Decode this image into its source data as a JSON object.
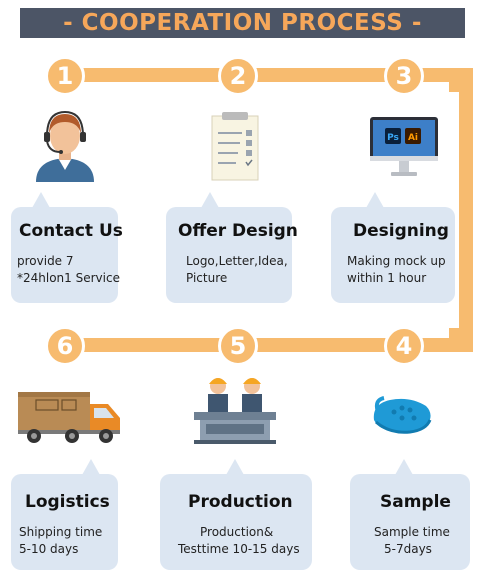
{
  "banner": {
    "title": "- COOPERATION PROCESS -"
  },
  "colors": {
    "accent": "#f7bb6f",
    "banner_bg": "#4c5566",
    "banner_text": "#f6a75a",
    "card_bg": "#dce6f2"
  },
  "steps": [
    {
      "number": "1",
      "title": "Contact Us",
      "lines": [
        "provide 7",
        "*24hlon1 Service"
      ],
      "icon": "customer-service-icon"
    },
    {
      "number": "2",
      "title": "Offer Design",
      "lines": [
        "Logo,Letter,Idea,",
        "Picture"
      ],
      "icon": "clipboard-icon"
    },
    {
      "number": "3",
      "title": "Designing",
      "lines": [
        "Making mock up",
        "within 1 hour"
      ],
      "icon": "monitor-icon"
    },
    {
      "number": "4",
      "title": "Sample",
      "lines": [
        "Sample time",
        "5-7days"
      ],
      "icon": "clog-shoe-icon"
    },
    {
      "number": "5",
      "title": "Production",
      "lines": [
        "Production&",
        "Testtime 10-15 days"
      ],
      "icon": "factory-workers-icon"
    },
    {
      "number": "6",
      "title": "Logistics",
      "lines": [
        "Shipping time",
        "5-10 days"
      ],
      "icon": "delivery-truck-icon"
    }
  ]
}
